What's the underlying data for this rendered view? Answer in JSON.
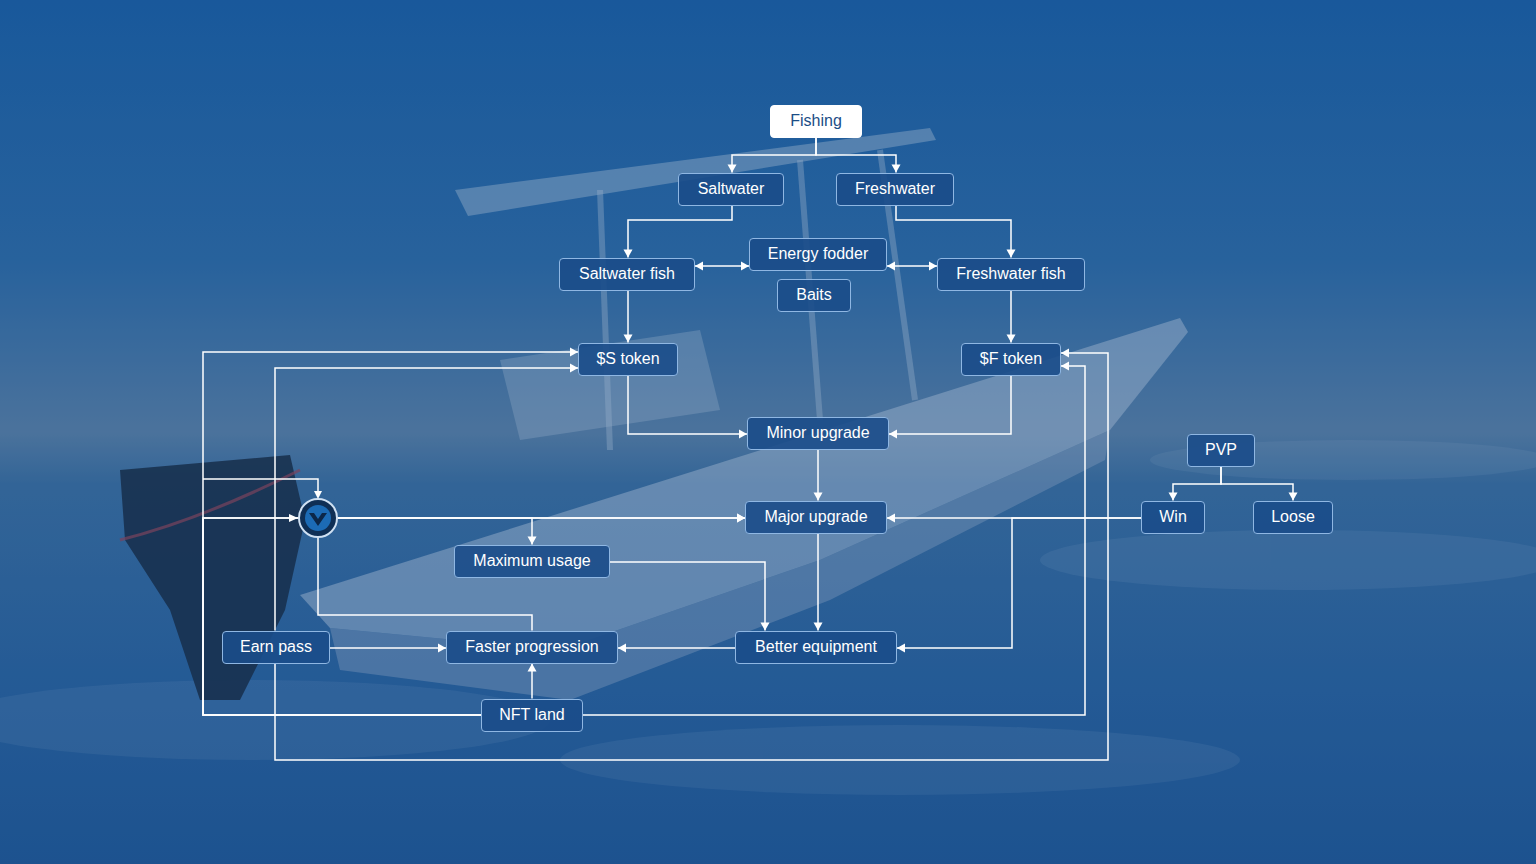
{
  "diagram": {
    "nodes": [
      {
        "text": [
          "Fishing"
        ]
      },
      {
        "text": [
          "Saltwater"
        ]
      },
      {
        "text": [
          "Freshwater"
        ]
      },
      {
        "text": [
          "Energy fodder"
        ]
      },
      {
        "text": [
          "Saltwater fish"
        ]
      },
      {
        "text": [
          "Freshwater fish"
        ]
      },
      {
        "text": [
          "Baits"
        ]
      },
      {
        "text": [
          "$S token"
        ]
      },
      {
        "text": [
          "$F token"
        ]
      },
      {
        "text": [
          "Minor upgrade"
        ]
      },
      {
        "text": [
          "PVP"
        ]
      },
      {
        "text": [
          "Win"
        ]
      },
      {
        "text": [
          "Loose"
        ]
      },
      {
        "text": [
          "Major upgrade"
        ]
      },
      {
        "text": [
          "Maximum usage"
        ]
      },
      {
        "text": [
          "Earn pass"
        ]
      },
      {
        "text": [
          "Faster progression"
        ]
      },
      {
        "text": [
          "Better equipment"
        ]
      },
      {
        "text": [
          "NFT land"
        ]
      }
    ],
    "edges": [
      {
        "from": 0,
        "to": 1,
        "arrow": "to"
      },
      {
        "from": 0,
        "to": 2,
        "arrow": "to"
      },
      {
        "from": 1,
        "to": 4,
        "arrow": "to"
      },
      {
        "from": 2,
        "to": 5,
        "arrow": "to"
      },
      {
        "from": 4,
        "to": 3,
        "arrow": "both"
      },
      {
        "from": 5,
        "to": 3,
        "arrow": "both"
      },
      {
        "from": 4,
        "to": 7,
        "arrow": "to"
      },
      {
        "from": 5,
        "to": 8,
        "arrow": "to"
      },
      {
        "from": 7,
        "to": 9,
        "arrow": "to"
      },
      {
        "from": 8,
        "to": 9,
        "arrow": "to"
      },
      {
        "from": 10,
        "to": 11,
        "arrow": "to"
      },
      {
        "from": 10,
        "to": 12,
        "arrow": "to"
      },
      {
        "from": 9,
        "to": 13,
        "arrow": "to"
      },
      {
        "from": 11,
        "to": 13,
        "arrow": "to"
      },
      {
        "from": 11,
        "to": 17,
        "arrow": "to"
      },
      {
        "from": 18,
        "to": 7,
        "arrow": "to"
      },
      {
        "from": 18,
        "to": 13,
        "arrow": "to"
      },
      {
        "from": 18,
        "to": 14,
        "arrow": "to"
      },
      {
        "from": 18,
        "to": 8,
        "arrow": "to"
      },
      {
        "from": 18,
        "to": 16,
        "arrow": "to"
      },
      {
        "from": 15,
        "to": 7,
        "arrow": "to"
      },
      {
        "from": 15,
        "to": 8,
        "arrow": "to"
      },
      {
        "from": 15,
        "to": 16,
        "arrow": "to"
      },
      {
        "from": 17,
        "to": 16,
        "arrow": "to"
      },
      {
        "from": 13,
        "to": 17,
        "arrow": "to"
      },
      {
        "from": 14,
        "to": 17,
        "arrow": "to"
      },
      {
        "from": 16,
        "to": 13,
        "arrow": "to"
      }
    ]
  }
}
